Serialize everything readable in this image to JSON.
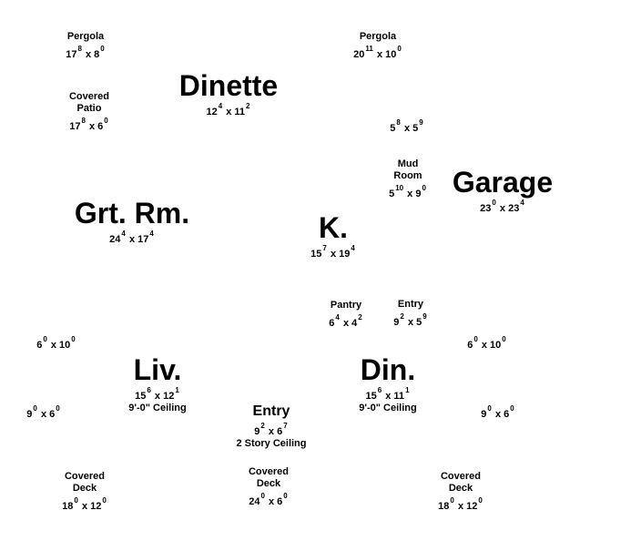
{
  "rooms": [
    {
      "name": [
        "Pergola"
      ],
      "w": "17",
      "wi": "8",
      "l": "8",
      "li": "0"
    },
    {
      "name": [
        "Covered",
        "Patio"
      ],
      "w": "17",
      "wi": "8",
      "l": "6",
      "li": "0"
    },
    {
      "name": [
        "Dinette"
      ],
      "w": "12",
      "wi": "4",
      "l": "11",
      "li": "2"
    },
    {
      "name": [
        "Grt. Rm."
      ],
      "w": "24",
      "wi": "4",
      "l": "17",
      "li": "4"
    },
    {
      "name": [
        "Pergola"
      ],
      "w": "20",
      "wi": "11",
      "l": "10",
      "li": "0"
    },
    {
      "name": [],
      "w": "5",
      "wi": "8",
      "l": "5",
      "li": "9"
    },
    {
      "name": [
        "Mud",
        "Room"
      ],
      "w": "5",
      "wi": "10",
      "l": "9",
      "li": "0"
    },
    {
      "name": [
        "Garage"
      ],
      "w": "23",
      "wi": "0",
      "l": "23",
      "li": "4"
    },
    {
      "name": [
        "K."
      ],
      "w": "15",
      "wi": "7",
      "l": "19",
      "li": "4"
    },
    {
      "name": [
        "Pantry"
      ],
      "w": "6",
      "wi": "4",
      "l": "4",
      "li": "2"
    },
    {
      "name": [
        "Entry"
      ],
      "w": "9",
      "wi": "2",
      "l": "5",
      "li": "9"
    },
    {
      "name": [],
      "w": "6",
      "wi": "0",
      "l": "10",
      "li": "0"
    },
    {
      "name": [
        "Liv."
      ],
      "w": "15",
      "wi": "6",
      "l": "12",
      "li": "1",
      "note": "9'-0\" Ceiling"
    },
    {
      "name": [],
      "w": "9",
      "wi": "0",
      "l": "6",
      "li": "0"
    },
    {
      "name": [
        "Entry"
      ],
      "w": "9",
      "wi": "2",
      "l": "6",
      "li": "7",
      "note": "2 Story Ceiling"
    },
    {
      "name": [
        "Din."
      ],
      "w": "15",
      "wi": "6",
      "l": "11",
      "li": "1",
      "note": "9'-0\" Ceiling"
    },
    {
      "name": [],
      "w": "6",
      "wi": "0",
      "l": "10",
      "li": "0"
    },
    {
      "name": [],
      "w": "9",
      "wi": "0",
      "l": "6",
      "li": "0"
    },
    {
      "name": [
        "Covered",
        "Deck"
      ],
      "w": "18",
      "wi": "0",
      "l": "12",
      "li": "0"
    },
    {
      "name": [
        "Covered",
        "Deck"
      ],
      "w": "24",
      "wi": "0",
      "l": "6",
      "li": "0"
    },
    {
      "name": [
        "Covered",
        "Deck"
      ],
      "w": "18",
      "wi": "0",
      "l": "12",
      "li": "0"
    }
  ]
}
